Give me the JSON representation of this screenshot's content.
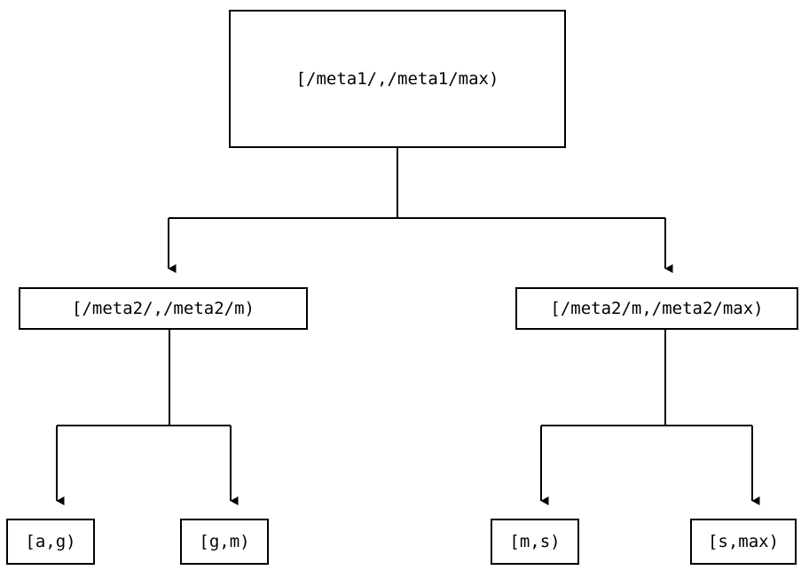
{
  "diagram": {
    "type": "tree",
    "orientation": "top-down",
    "background_color": "#ffffff",
    "line_color": "#000000",
    "text_color": "#000000",
    "nodes": {
      "root": {
        "id": "root",
        "label": "[/meta1/,/meta1/max)",
        "level": 0
      },
      "mid_left": {
        "id": "mid-left",
        "label": "[/meta2/,/meta2/m)",
        "level": 1
      },
      "mid_right": {
        "id": "mid-right",
        "label": "[/meta2/m,/meta2/max)",
        "level": 1
      },
      "leaf_ag": {
        "id": "leaf-a-g",
        "label": "[a,g)",
        "level": 2
      },
      "leaf_gm": {
        "id": "leaf-g-m",
        "label": "[g,m)",
        "level": 2
      },
      "leaf_ms": {
        "id": "leaf-m-s",
        "label": "[m,s)",
        "level": 2
      },
      "leaf_smax": {
        "id": "leaf-s-max",
        "label": "[s,max)",
        "level": 2
      }
    },
    "edges": [
      {
        "from": "root",
        "to": "mid_left",
        "arrow": "down"
      },
      {
        "from": "root",
        "to": "mid_right",
        "arrow": "down"
      },
      {
        "from": "mid_left",
        "to": "leaf_ag",
        "arrow": "down"
      },
      {
        "from": "mid_left",
        "to": "leaf_gm",
        "arrow": "down"
      },
      {
        "from": "mid_right",
        "to": "leaf_ms",
        "arrow": "down"
      },
      {
        "from": "mid_right",
        "to": "leaf_smax",
        "arrow": "down"
      }
    ]
  }
}
